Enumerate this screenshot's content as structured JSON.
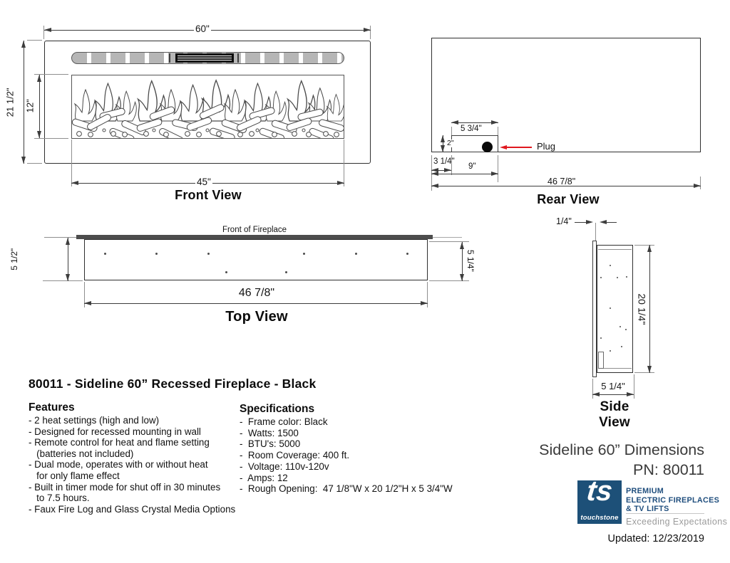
{
  "title": "80011 - Sideline 60” Recessed Fireplace - Black",
  "views": {
    "front": {
      "caption": "Front View",
      "width": "60\"",
      "height": "21 1/2\"",
      "window_height": "12\"",
      "window_width": "45\""
    },
    "rear": {
      "caption": "Rear View",
      "junction_width": "5 3/4\"",
      "junction_height": "2\"",
      "junction_offset": "3 1/4\"",
      "plug_distance": "9\"",
      "width": "46 7/8\"",
      "plug_label": "Plug"
    },
    "top": {
      "caption": "Top View",
      "front_label": "Front of Fireplace",
      "depth_left": "5 1/2\"",
      "depth_right": "5 1/4\"",
      "width": "46 7/8\""
    },
    "side": {
      "caption_1": "Side",
      "caption_2": "View",
      "flange": "1/4\"",
      "height": "20 1/4\"",
      "depth": "5 1/4\""
    }
  },
  "features": {
    "heading": "Features",
    "items": [
      "- 2 heat settings (high and low)",
      "- Designed for recessed mounting in wall",
      "- Remote control for heat and flame setting",
      "   (batteries not included)",
      "- Dual mode, operates with or without heat",
      "   for only flame effect",
      "- Built in timer mode for shut off in 30 minutes",
      "   to 7.5 hours.",
      "- Faux Fire Log and Glass Crystal Media Options"
    ]
  },
  "specifications": {
    "heading": "Specifications",
    "items": [
      "-  Frame color: Black",
      "-  Watts: 1500",
      "-  BTU's: 5000",
      "-  Room Coverage: 400 ft.",
      "-  Voltage: 110v-120v",
      "-  Amps: 12",
      "-  Rough Opening:  47 1/8\"W x 20 1/2\"H x 5 3/4\"W"
    ]
  },
  "footer": {
    "product": "Sideline 60” Dimensions",
    "pn": "PN: 80011",
    "updated": "Updated: 12/23/2019"
  },
  "logo": {
    "monogram": "ts",
    "wordmark": "touchstone",
    "line1": "PREMIUM",
    "line2": "ELECTRIC FIREPLACES",
    "line3": "& TV LIFTS",
    "slogan": "Exceeding Expectations"
  },
  "colors": {
    "line": "#2f2f2f",
    "dimension": "#3d3d3d",
    "accent_red": "#e0181f",
    "logo_blue": "#1d5078",
    "brand_text_blue": "#1f4e7d",
    "slogan_gray": "#9b9b9b"
  }
}
